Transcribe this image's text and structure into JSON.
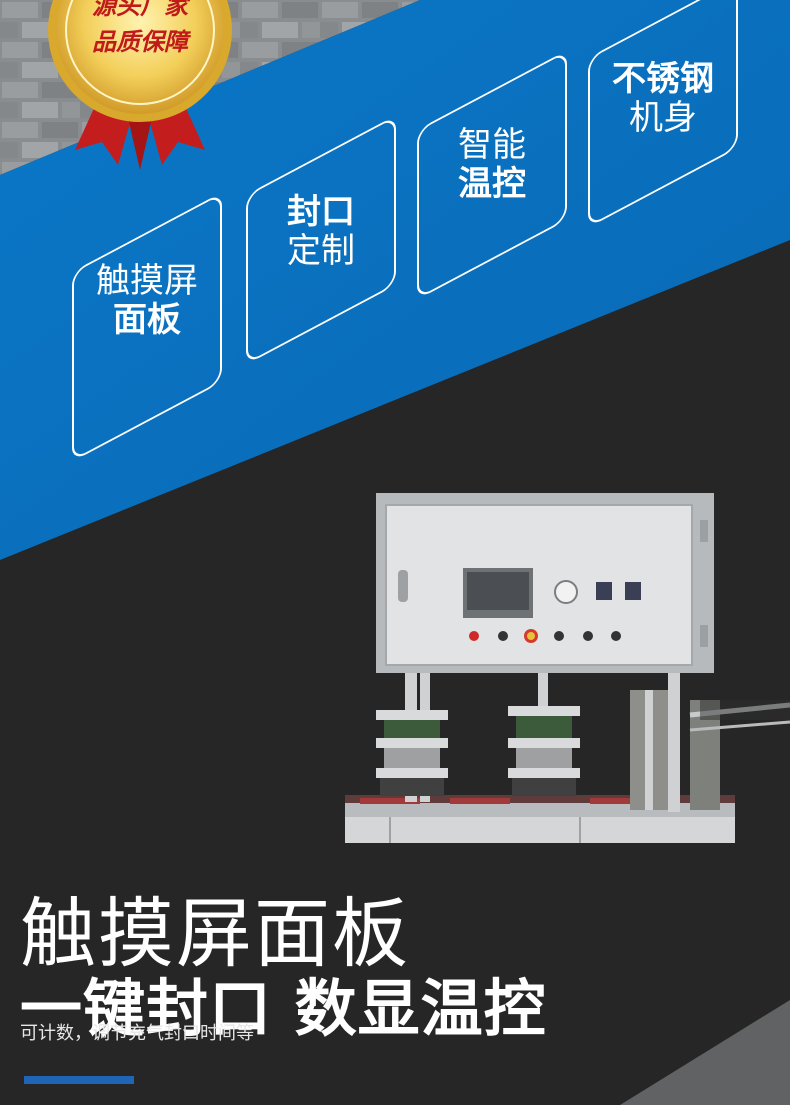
{
  "badge": {
    "line1": "源头厂家",
    "line2": "品质保障"
  },
  "features": [
    {
      "line1": "触摸屏",
      "line2": "面板",
      "line1_bold": false,
      "line2_bold": true
    },
    {
      "line1": "封口",
      "line2": "定制",
      "line1_bold": true,
      "line2_bold": false
    },
    {
      "line1": "智能",
      "line2": "温控",
      "line1_bold": false,
      "line2_bold": true
    },
    {
      "line1": "不锈钢",
      "line2": "机身",
      "line1_bold": true,
      "line2_bold": false
    }
  ],
  "headline": {
    "title": "触摸屏面板",
    "subtitle": "一键封口 数显温控",
    "note": "可计数，调节充气封口时间等"
  },
  "colors": {
    "blue_band": "#0a72c2",
    "dark_bg": "#262626",
    "accent": "#1f64b5",
    "badge_gold": "#e5b93a",
    "ribbon_red": "#c31d1d"
  }
}
